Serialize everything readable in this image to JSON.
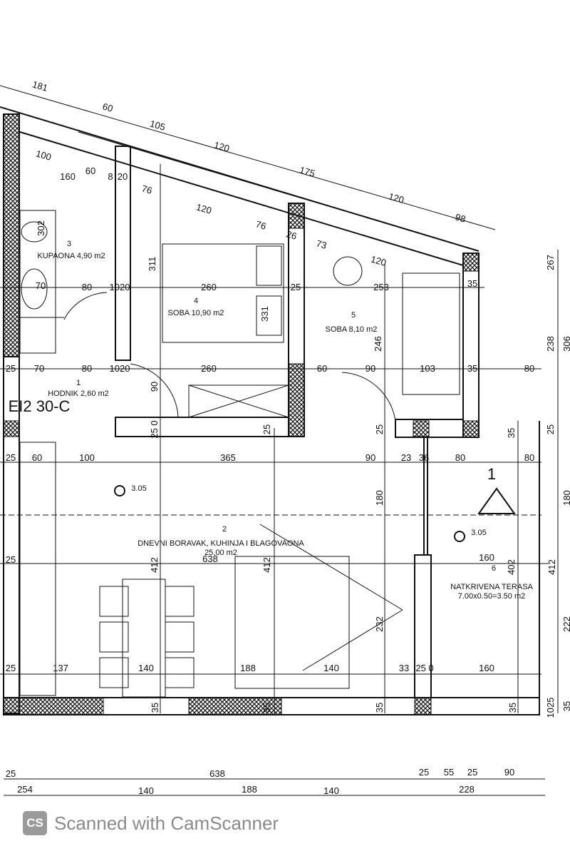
{
  "rooms": [
    {
      "number": "3",
      "name": "KUPAONA 4,90 m2"
    },
    {
      "number": "4",
      "name": "SOBA 10,90 m2"
    },
    {
      "number": "5",
      "name": "SOBA 8,10 m2"
    },
    {
      "number": "1",
      "name": "HODNIK 2,60 m2"
    },
    {
      "number": "2",
      "name": "DNEVNI BORAVAK, KUHINJA I BLAGOVAONA",
      "area": "25,00 m2"
    },
    {
      "number": "6",
      "name": "NATKRIVENA TERASA",
      "area": "7.00x0.50=3.50 m2"
    }
  ],
  "fire_rating": "EI2 30-C",
  "level_marks": [
    "3.05",
    "3.05"
  ],
  "section_mark": "1",
  "dimensions": [
    "181",
    "60",
    "105",
    "120",
    "175",
    "120",
    "98",
    "100",
    "160",
    "60",
    "8",
    "20",
    "76",
    "120",
    "76",
    "26",
    "73",
    "120",
    "302",
    "311",
    "70",
    "80",
    "1020",
    "260",
    "25",
    "253",
    "35",
    "331",
    "246",
    "25",
    "70",
    "80",
    "1020",
    "260",
    "60",
    "90",
    "103",
    "35",
    "80",
    "90",
    "25 0",
    "25",
    "25",
    "35",
    "25",
    "238",
    "306",
    "267",
    "25",
    "60",
    "100",
    "365",
    "90",
    "23",
    "36",
    "80",
    "80",
    "180",
    "180",
    "638",
    "412",
    "412",
    "160",
    "402",
    "412",
    "25",
    "232",
    "222",
    "25",
    "137",
    "140",
    "188",
    "140",
    "33",
    "25 0",
    "160",
    "35",
    "35",
    "35",
    "35",
    "1025",
    "35",
    "25",
    "638",
    "25",
    "55",
    "25",
    "90",
    "254",
    "140",
    "188",
    "140",
    "228"
  ],
  "footer": {
    "logo": "CS",
    "text": "Scanned with CamScanner"
  }
}
